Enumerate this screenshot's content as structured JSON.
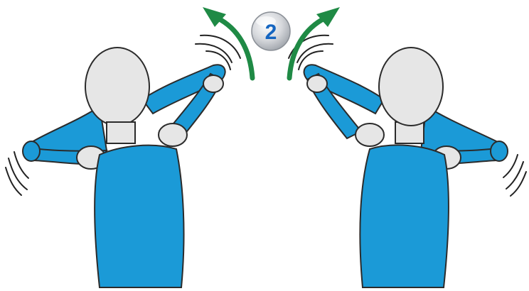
{
  "illustration": {
    "step_badge": {
      "number": "2"
    },
    "figures": [
      {
        "id": "left",
        "motion": "elbows-lift-upward",
        "arm_pose": "hands-behind-head"
      },
      {
        "id": "right",
        "motion": "elbows-lift-upward",
        "arm_pose": "hands-behind-head"
      }
    ],
    "icons": [
      "curved-arrow-up-icon",
      "motion-lines-icon",
      "step-number-badge"
    ],
    "colors": {
      "body_blue": "#1b9ad7",
      "head_gray": "#e6e6e6",
      "arrow_green": "#1f8a45",
      "badge_silver": "#c9ccd1",
      "badge_number_blue": "#1565c0",
      "outline": "#2b2b2b"
    }
  }
}
